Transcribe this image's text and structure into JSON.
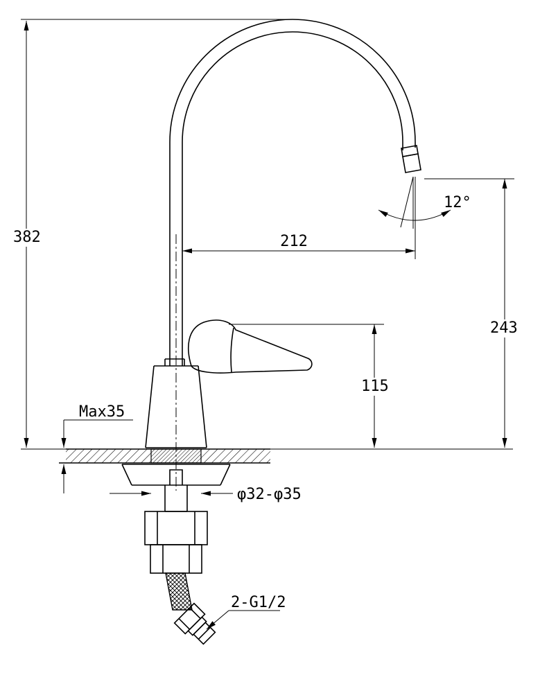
{
  "drawing": {
    "kind": "faucet installation dimension drawing",
    "labels": {
      "overall_height": "382",
      "spout_reach": "212",
      "spout_angle": "12°",
      "outlet_height": "243",
      "body_height": "115",
      "max_deck_thickness": "Max35",
      "hole_diameter": "φ32-φ35",
      "inlet_thread": "2-G1/2"
    },
    "colors": {
      "line": "#000000",
      "background": "#ffffff"
    }
  }
}
